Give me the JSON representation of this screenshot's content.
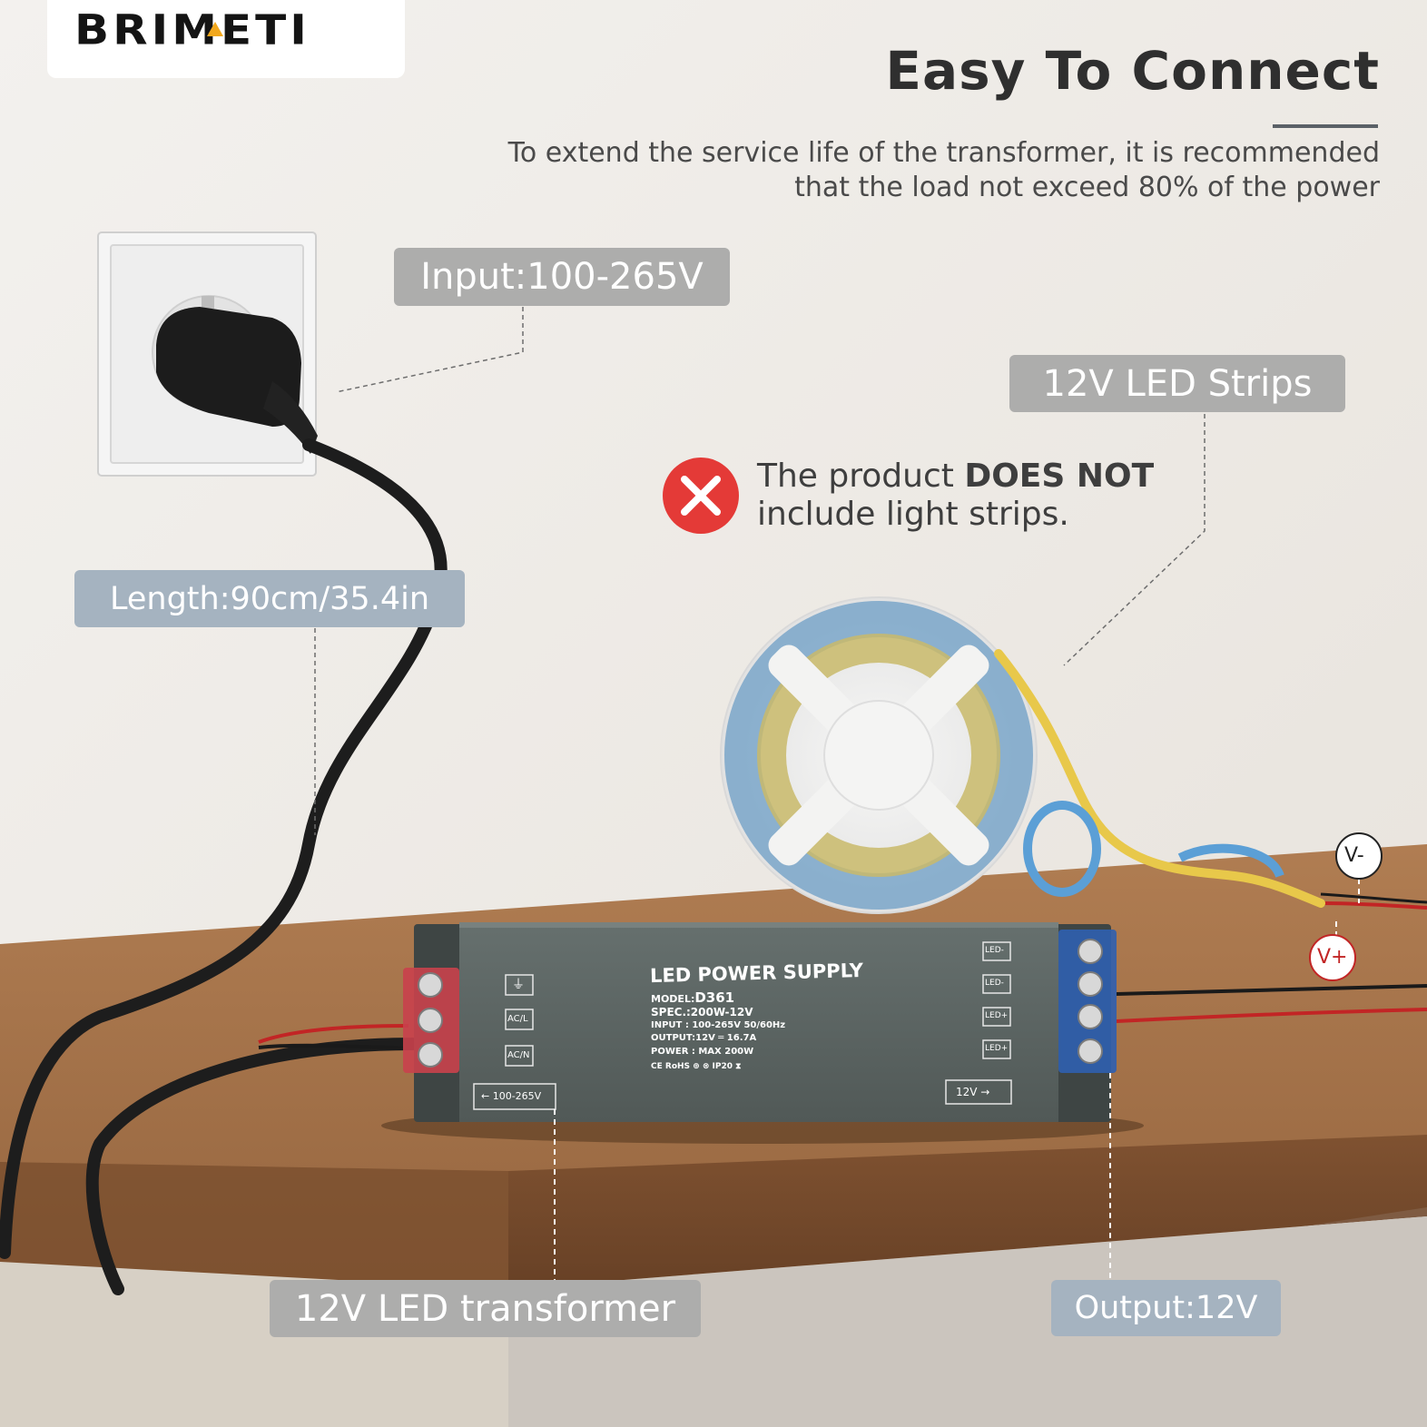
{
  "brand": {
    "logo_text": "BRIMETI",
    "accent_color": "#f2a81d"
  },
  "header": {
    "title": "Easy To Connect",
    "subtitle_line1": "To extend the service life of the transformer, it is recommended",
    "subtitle_line2": "that the load not exceed 80% of the power"
  },
  "callouts": {
    "input": "Input:100-265V",
    "strips": "12V LED Strips",
    "length": "Length:90cm/35.4in",
    "transformer": "12V LED transformer",
    "output": "Output:12V"
  },
  "notice": {
    "prefix": "The product ",
    "emphasis": "DOES NOT",
    "line2": "include light strips.",
    "icon": "red-x-icon",
    "icon_color": "#e43a37"
  },
  "polarity": {
    "negative": "V-",
    "positive": "V+"
  },
  "power_supply": {
    "title": "LED POWER SUPPLY",
    "model_label": "MODEL:",
    "model": "D361",
    "spec": "SPEC.:200W-12V",
    "input": "INPUT : 100-265V 50/60Hz",
    "output": "OUTPUT:12V ═ 16.7A",
    "power": "POWER : MAX 200W",
    "certs": "CE RoHS ⊕ ⊗ IP20 ⧗",
    "input_terminals": [
      "⏚",
      "AC/L",
      "AC/N"
    ],
    "input_range_label": "← 100-265V",
    "output_terminals": [
      "LED-",
      "LED-",
      "LED+",
      "LED+"
    ],
    "output_label": "12V →",
    "colors": {
      "case": "#5b6462",
      "input_block": "#c9414c",
      "output_block": "#2f5fb0"
    }
  }
}
